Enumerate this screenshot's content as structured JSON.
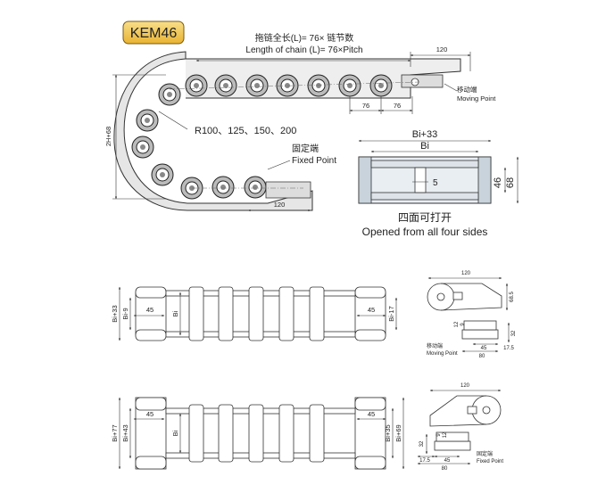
{
  "model_badge": "KEM46",
  "top_view": {
    "chain_length_cn": "拖链全长(L)= 76× 链节数",
    "chain_length_en": "Length of chain (L)= 76×Pitch",
    "radius_label": "R100、125、150、200",
    "height_label": "2H+68",
    "end_length_top": "120",
    "end_length_bottom": "120",
    "pitch_1": "76",
    "pitch_2": "76",
    "moving_cn": "移动端",
    "moving_en": "Moving Point",
    "fixed_cn": "固定端",
    "fixed_en": "Fixed Point"
  },
  "cross_section": {
    "outer_width": "Bi+33",
    "inner_width": "Bi",
    "gap": "5",
    "inner_height": "46",
    "outer_height": "68",
    "caption_cn": "四面可打开",
    "caption_en": "Opened from all four sides"
  },
  "plan_1": {
    "left_outer": "Bi+33",
    "left_inner": "Bi-9",
    "left_offset": "45",
    "center": "Bi",
    "right_offset": "45",
    "right_inner": "Bi-17"
  },
  "plan_2": {
    "left_outer": "Bi+77",
    "left_inner": "Bi+43",
    "left_offset": "45",
    "center": "Bi",
    "right_offset": "45",
    "right_inner1": "Bi+35",
    "right_inner2": "Bi+69"
  },
  "moving_detail": {
    "length": "120",
    "height": "68.5",
    "d_12": "12",
    "d_9": "9",
    "d_32": "32",
    "d_45": "45",
    "d_17_5": "17.5",
    "d_80": "80",
    "label_cn": "移动端",
    "label_en": "Moving Point"
  },
  "fixed_detail": {
    "length": "120",
    "d_9": "9",
    "d_12": "12",
    "d_32": "32",
    "d_17_5": "17.5",
    "d_45": "45",
    "d_80": "80",
    "label_cn": "固定端",
    "label_en": "Fixed Point"
  }
}
